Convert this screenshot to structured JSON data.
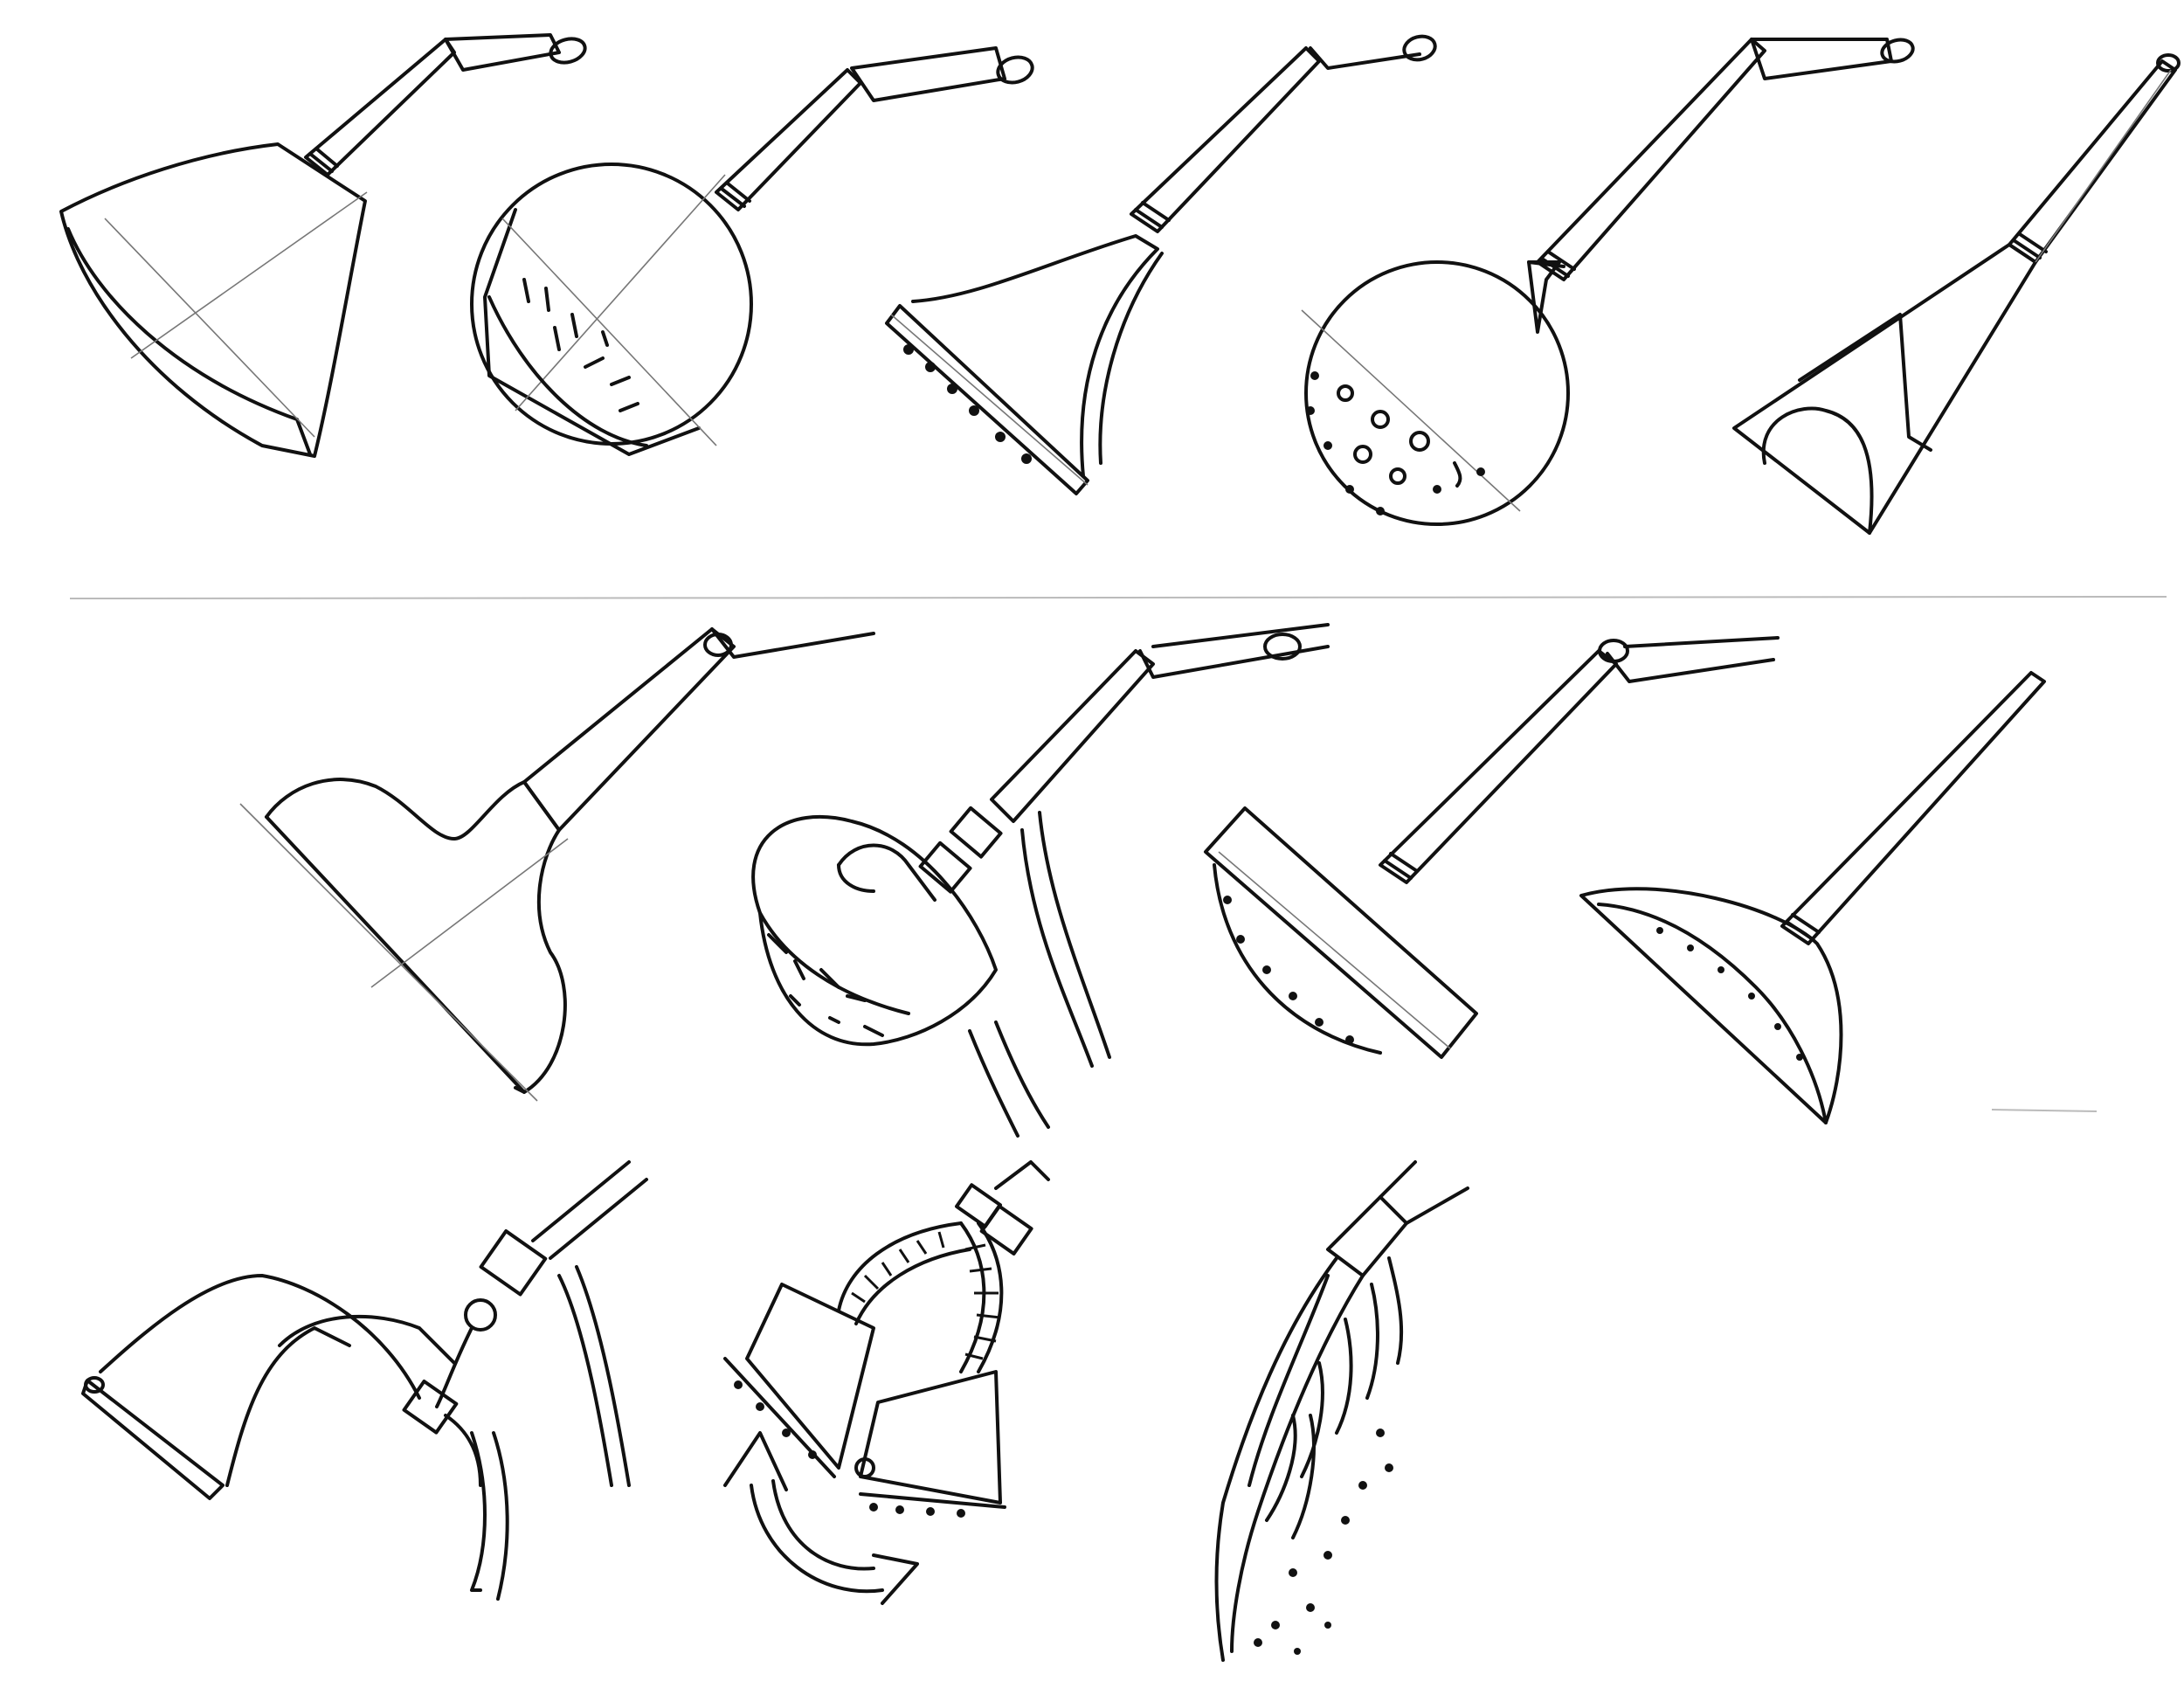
{
  "sheet": {
    "paper_color": "#ffffff",
    "ink_color": "#111111",
    "rows": [
      {
        "sketches": [
          {
            "name": "cone-shower-head",
            "icon": "conical-shower-head"
          },
          {
            "name": "sphere-shower-head",
            "icon": "spherical-shower-head"
          },
          {
            "name": "flared-rose-shower-head",
            "icon": "flared-rose-shower-head"
          },
          {
            "name": "round-perforated-shower-head",
            "icon": "perforated-ball-shower-head"
          },
          {
            "name": "wedge-shower-head",
            "icon": "wedge-shower-head"
          }
        ]
      },
      {
        "sketches": [
          {
            "name": "scalloped-shower-head",
            "icon": "scalloped-shower-head"
          },
          {
            "name": "hose-ring-shower-head",
            "icon": "ring-shower-head-with-hose"
          },
          {
            "name": "square-plate-shower-head",
            "icon": "square-plate-shower-head"
          },
          {
            "name": "half-dome-shower-head",
            "icon": "half-dome-shower-head"
          }
        ]
      },
      {
        "sketches": [
          {
            "name": "bent-arm-shower-head",
            "icon": "curved-arm-shower-head"
          },
          {
            "name": "pivot-dual-shower-head",
            "icon": "pivoting-dual-shower-head"
          },
          {
            "name": "feather-spray-shower-head",
            "icon": "feather-spray-shower-head"
          }
        ]
      }
    ]
  }
}
